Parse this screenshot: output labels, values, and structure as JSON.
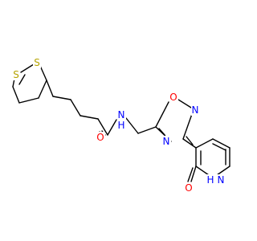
{
  "colors": {
    "background": "#ffffff",
    "bond": "#000000",
    "S": "#b5a300",
    "O": "#ff0000",
    "N": "#0000ff"
  },
  "atoms": {
    "s1": {
      "element": "S",
      "label": "S"
    },
    "s2": {
      "element": "S",
      "label": "S"
    },
    "amide_o": {
      "element": "O",
      "label": "O"
    },
    "amide_nh": {
      "element": "N",
      "label": "N",
      "h_label": "H"
    },
    "ox_o": {
      "element": "O",
      "label": "O"
    },
    "ox_n_upper": {
      "element": "N",
      "label": "N"
    },
    "ox_n_lower": {
      "element": "N",
      "label": "N"
    },
    "pyr_o": {
      "element": "O",
      "label": "O"
    },
    "pyr_nh": {
      "element": "N",
      "label": "N",
      "h_label": "H"
    }
  }
}
